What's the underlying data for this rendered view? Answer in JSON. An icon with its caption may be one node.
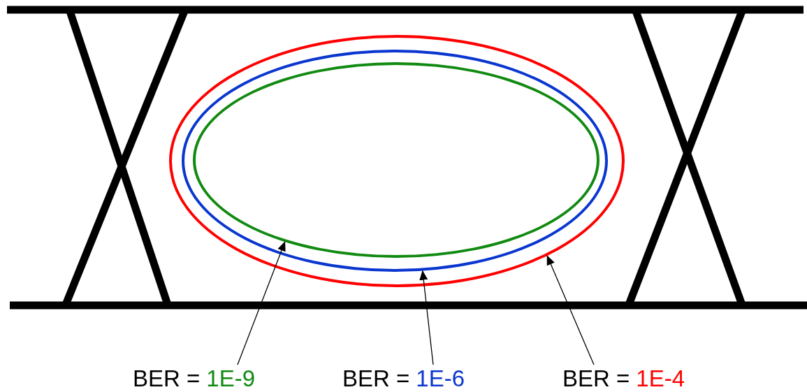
{
  "diagram": {
    "nodes": [
      {
        "text": [],
        "shape": "ellipse"
      },
      {
        "text": [],
        "shape": "ellipse",
        "in": 0
      },
      {
        "text": [],
        "shape": "ellipse",
        "in": 1
      },
      {
        "text": [
          "BER =",
          "1E-9"
        ]
      },
      {
        "text": [
          "BER =",
          "1E-6"
        ]
      },
      {
        "text": [
          "BER =",
          "1E-4"
        ]
      }
    ],
    "edges": [
      {
        "from": 3,
        "to": 2,
        "arrow": "to"
      },
      {
        "from": 4,
        "to": 1,
        "arrow": "to"
      },
      {
        "from": 5,
        "to": 0,
        "arrow": "to"
      }
    ]
  }
}
